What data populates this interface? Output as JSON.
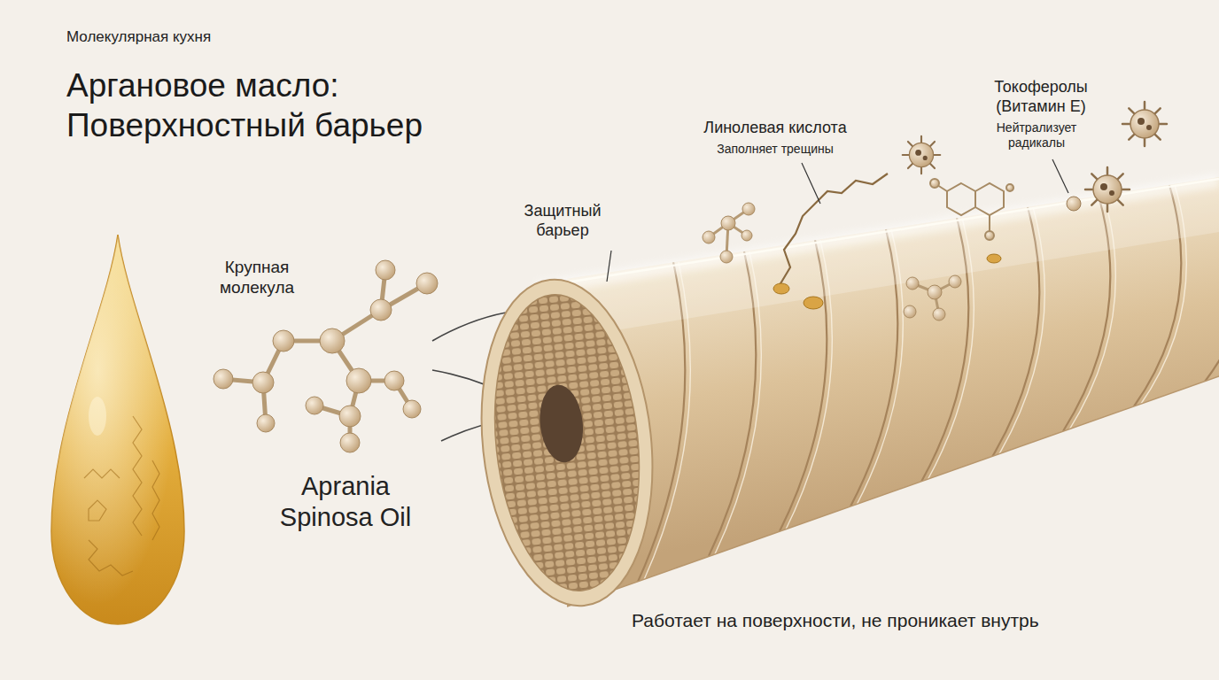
{
  "diagram": {
    "title": "Аргановое масло: Поверхностный барьер",
    "caption": "Работает на поверхности, не проникает внутрь",
    "labels": [
      "Молекулярная кухня",
      "Токоферолы (Витамин E)",
      "Нейтрализует радикалы",
      "Линолевая кислота",
      "Заполняет трещины",
      "Защитный барьер",
      "Крупная молекула",
      "Aprania Spinosa Oil"
    ]
  }
}
